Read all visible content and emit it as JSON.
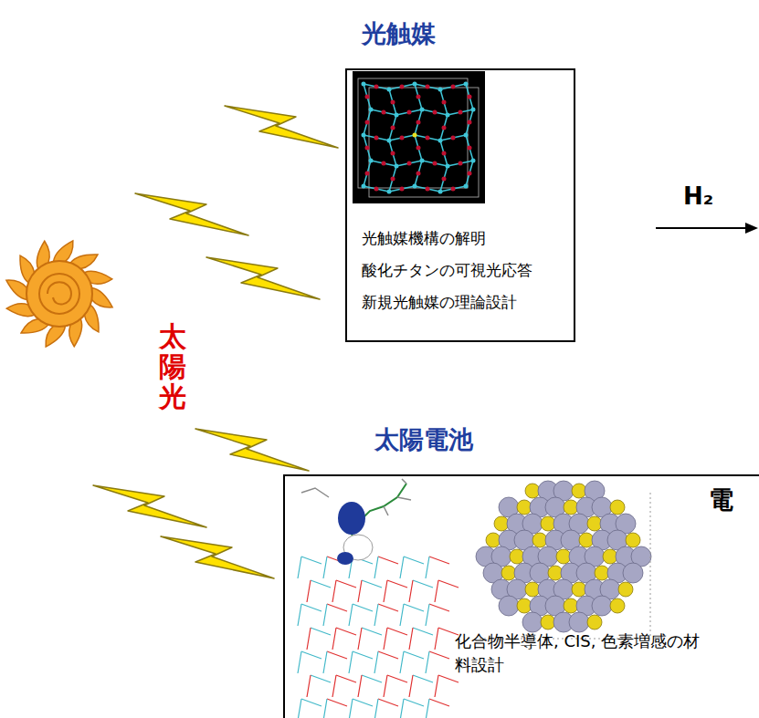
{
  "diagram": {
    "nodes": [
      {
        "text": [
          "光触媒",
          "光触媒機構の解明",
          "酸化チタンの可視光応答",
          "新規光触媒の理論設計"
        ]
      },
      {
        "text": [
          "太陽電池",
          "化合物半導体, CIS, 色素増感の材料設計"
        ]
      }
    ],
    "labels": [
      "H₂",
      "太陽光",
      "電"
    ]
  }
}
